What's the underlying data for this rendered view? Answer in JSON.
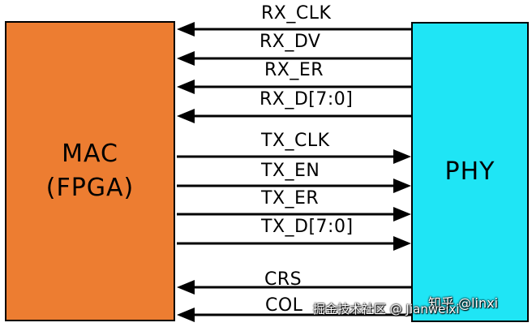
{
  "blocks": {
    "mac": {
      "title": "MAC",
      "subtitle": "(FPGA)",
      "color": "#ED7D31"
    },
    "phy": {
      "title": "PHY",
      "color": "#1FE5F5"
    }
  },
  "signals": [
    {
      "name": "RX_CLK",
      "direction": "phy-to-mac"
    },
    {
      "name": "RX_DV",
      "direction": "phy-to-mac"
    },
    {
      "name": "RX_ER",
      "direction": "phy-to-mac"
    },
    {
      "name": "RX_D[7:0]",
      "direction": "phy-to-mac"
    },
    {
      "name": "TX_CLK",
      "direction": "mac-to-phy"
    },
    {
      "name": "TX_EN",
      "direction": "mac-to-phy"
    },
    {
      "name": "TX_ER",
      "direction": "mac-to-phy"
    },
    {
      "name": "TX_D[7:0]",
      "direction": "mac-to-phy"
    },
    {
      "name": "CRS",
      "direction": "phy-to-mac"
    },
    {
      "name": "COL",
      "direction": "phy-to-mac"
    }
  ],
  "watermarks": {
    "zhihu": "知乎 @linxi",
    "juejin": "掘金技术社区 @ Jianweixi"
  }
}
